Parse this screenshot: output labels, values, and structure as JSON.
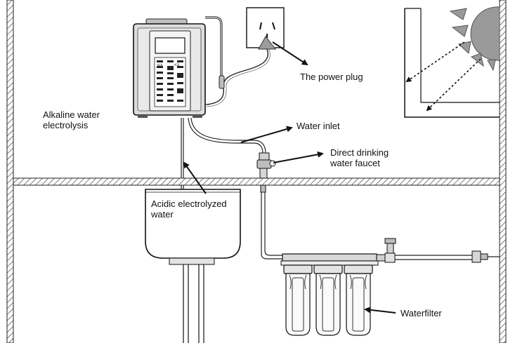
{
  "labels": {
    "alkaline_line1": "Alkaline water",
    "alkaline_line2": "electrolysis",
    "power_plug": "The power plug",
    "water_inlet": "Water inlet",
    "faucet_line1": "Direct drinking",
    "faucet_line2": "water faucet",
    "acidic_line1": "Acidic electrolyzed",
    "acidic_line2": "water",
    "waterfilter": "Waterfilter"
  },
  "device": {
    "display_glyph_left": "ALK",
    "display_glyph_right": "ACD"
  },
  "icons": {
    "sun": "sun-icon",
    "plug": "plug-icon",
    "arrow": "arrow-icon"
  },
  "colors": {
    "line": "#1a1a1a",
    "hatch": "#444444",
    "device_body": "#dcdcdc",
    "device_panel": "#f4f4f4",
    "sun_fill": "#9a9a9a"
  }
}
